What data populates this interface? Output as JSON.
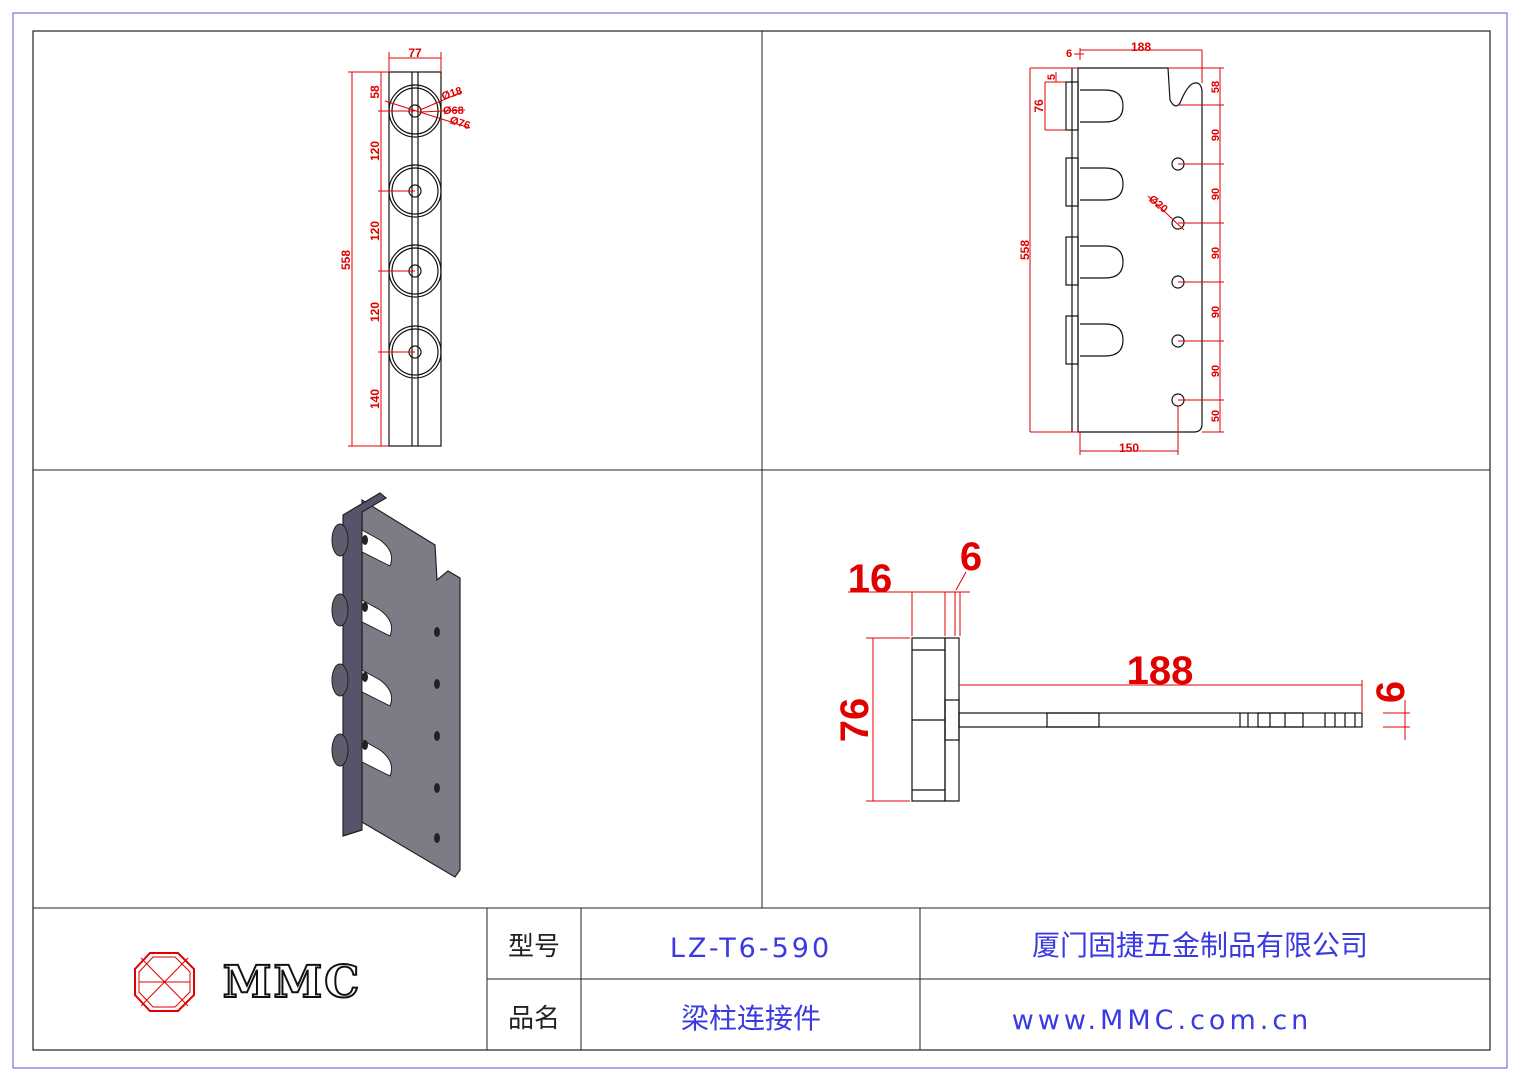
{
  "title_block": {
    "model_label": "型号",
    "model_value": "LZ-T6-590",
    "name_label": "品名",
    "name_value": "梁柱连接件",
    "company": "厦门固捷五金制品有限公司",
    "website": "www.MMC.com.cn",
    "logo_text": "MMC"
  },
  "front_view": {
    "width": "77",
    "total": "558",
    "d1": "58",
    "d2": "120",
    "d3": "120",
    "d4": "120",
    "d5": "140",
    "dia_small": "Ø18",
    "dia_mid": "Ø68",
    "dia_large": "Ø76"
  },
  "side_view": {
    "thickness": "6",
    "depth": "188",
    "offset": "5",
    "bolt_height": "76",
    "total": "558",
    "r1": "58",
    "r2": "90",
    "r3": "90",
    "r4": "90",
    "r5": "90",
    "r6": "90",
    "r7": "50",
    "hole_dia": "Ø20",
    "bottom": "150"
  },
  "top_view": {
    "head": "16",
    "plate": "6",
    "length": "188",
    "height": "76",
    "thickness": "6"
  },
  "colors": {
    "dimension": "#e00000",
    "title_text": "#3a3ae0",
    "border": "#3a3ae0"
  }
}
